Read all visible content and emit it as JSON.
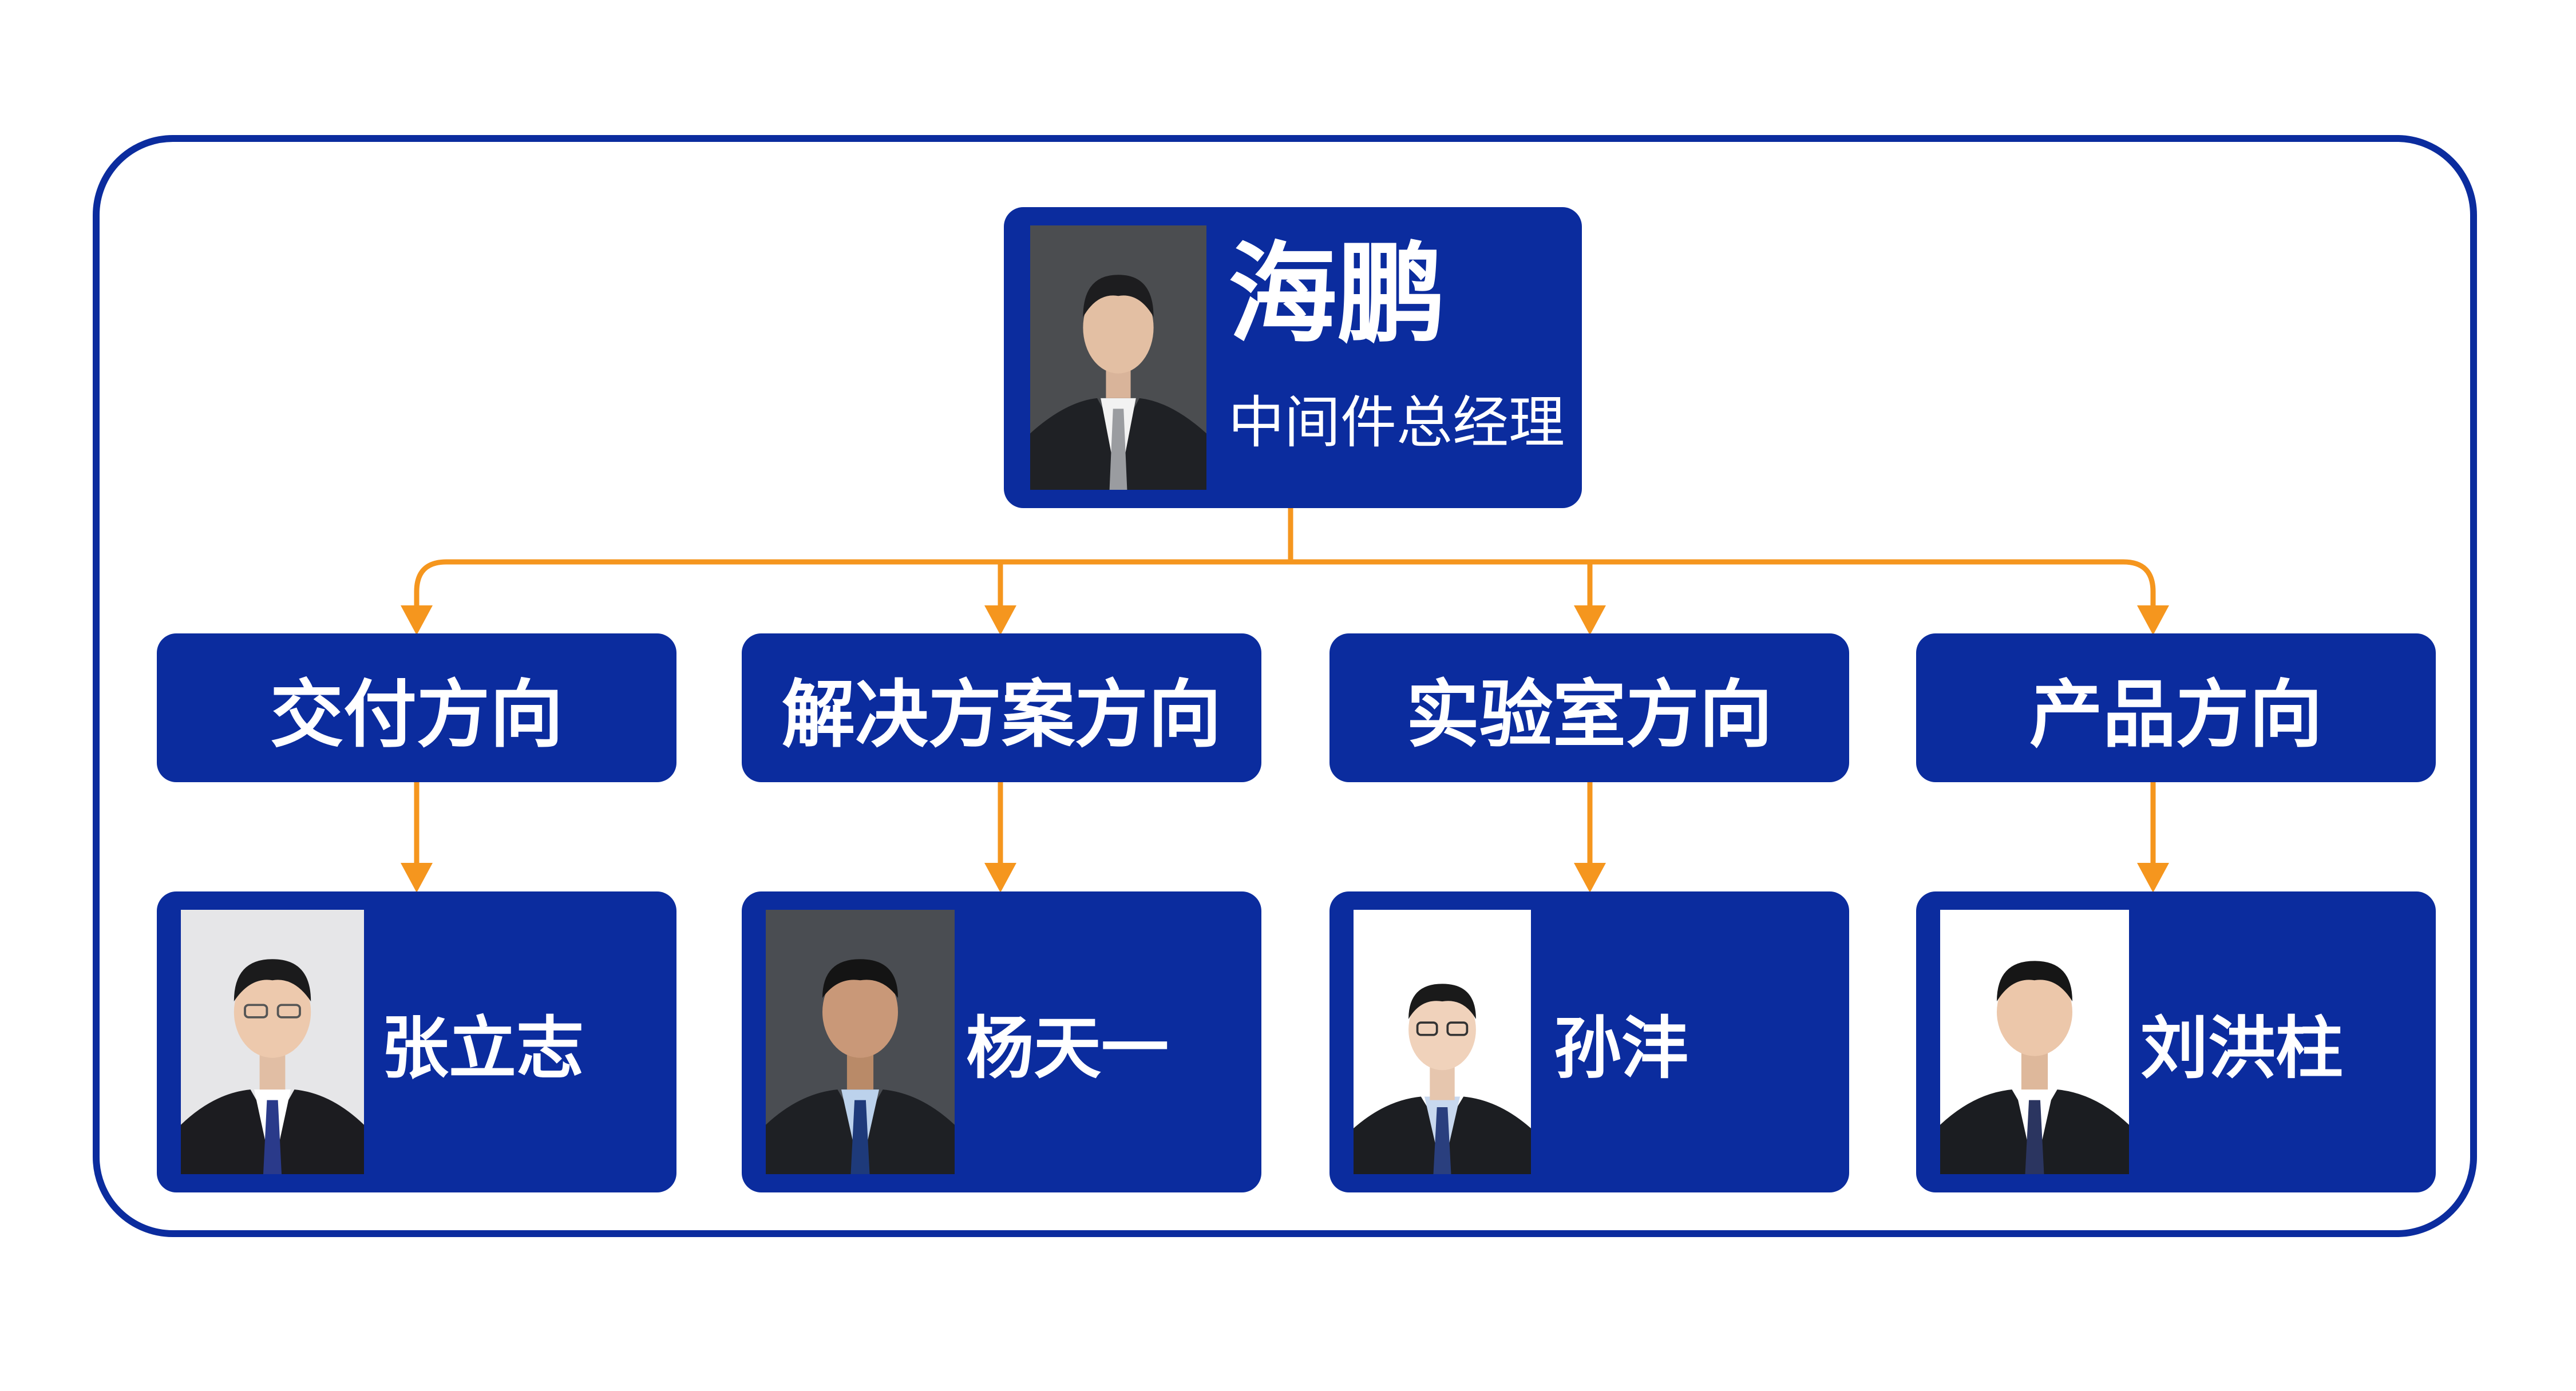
{
  "colors": {
    "box": "#0b2c9e",
    "connector": "#f5961e",
    "text": "#ffffff",
    "background": "#ffffff"
  },
  "head": {
    "name": "海鹏",
    "title": "中间件总经理"
  },
  "directions": [
    {
      "label": "交付方向",
      "leader": "张立志",
      "photo_bg": "#e6e6e8"
    },
    {
      "label": "解决方案方向",
      "leader": "杨天一",
      "photo_bg": "#4a4d52"
    },
    {
      "label": "实验室方向",
      "leader": "孙沣",
      "photo_bg": "#ffffff"
    },
    {
      "label": "产品方向",
      "leader": "刘洪柱",
      "photo_bg": "#ffffff"
    }
  ]
}
